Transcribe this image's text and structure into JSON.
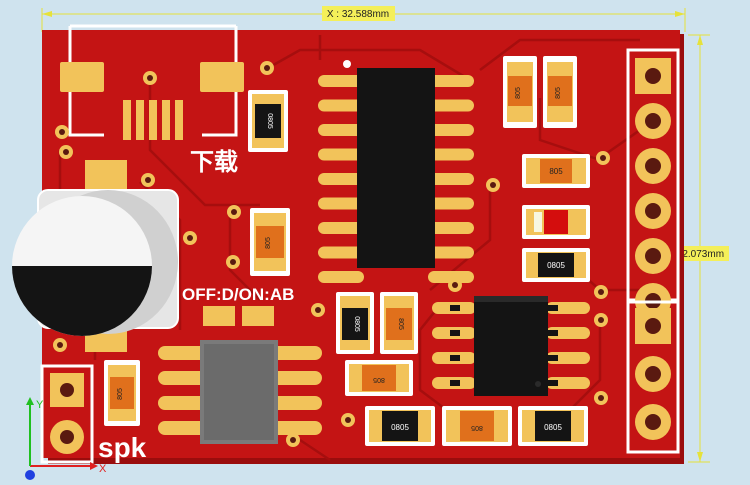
{
  "dimensions": {
    "x_label": "X : 32.588mm",
    "y_label": "Y : 22.073mm"
  },
  "silkscreen": {
    "download": "下载",
    "switch": "OFF:D/ON:AB",
    "speaker": "spk"
  },
  "parts": {
    "pkg_0805": "0805",
    "pkg_805": "805"
  },
  "axes": {
    "x_axis": "X",
    "y_axis": "Y"
  },
  "colors": {
    "board": "#c41414",
    "copper_pad": "#f2c35a",
    "silkscreen": "#ffffff",
    "ic_body": "#141414",
    "capacitor_orange": "#e0701c",
    "led_red": "#d40d0d",
    "dimension_line": "#e6e23a",
    "background": "#cfe3ee"
  }
}
